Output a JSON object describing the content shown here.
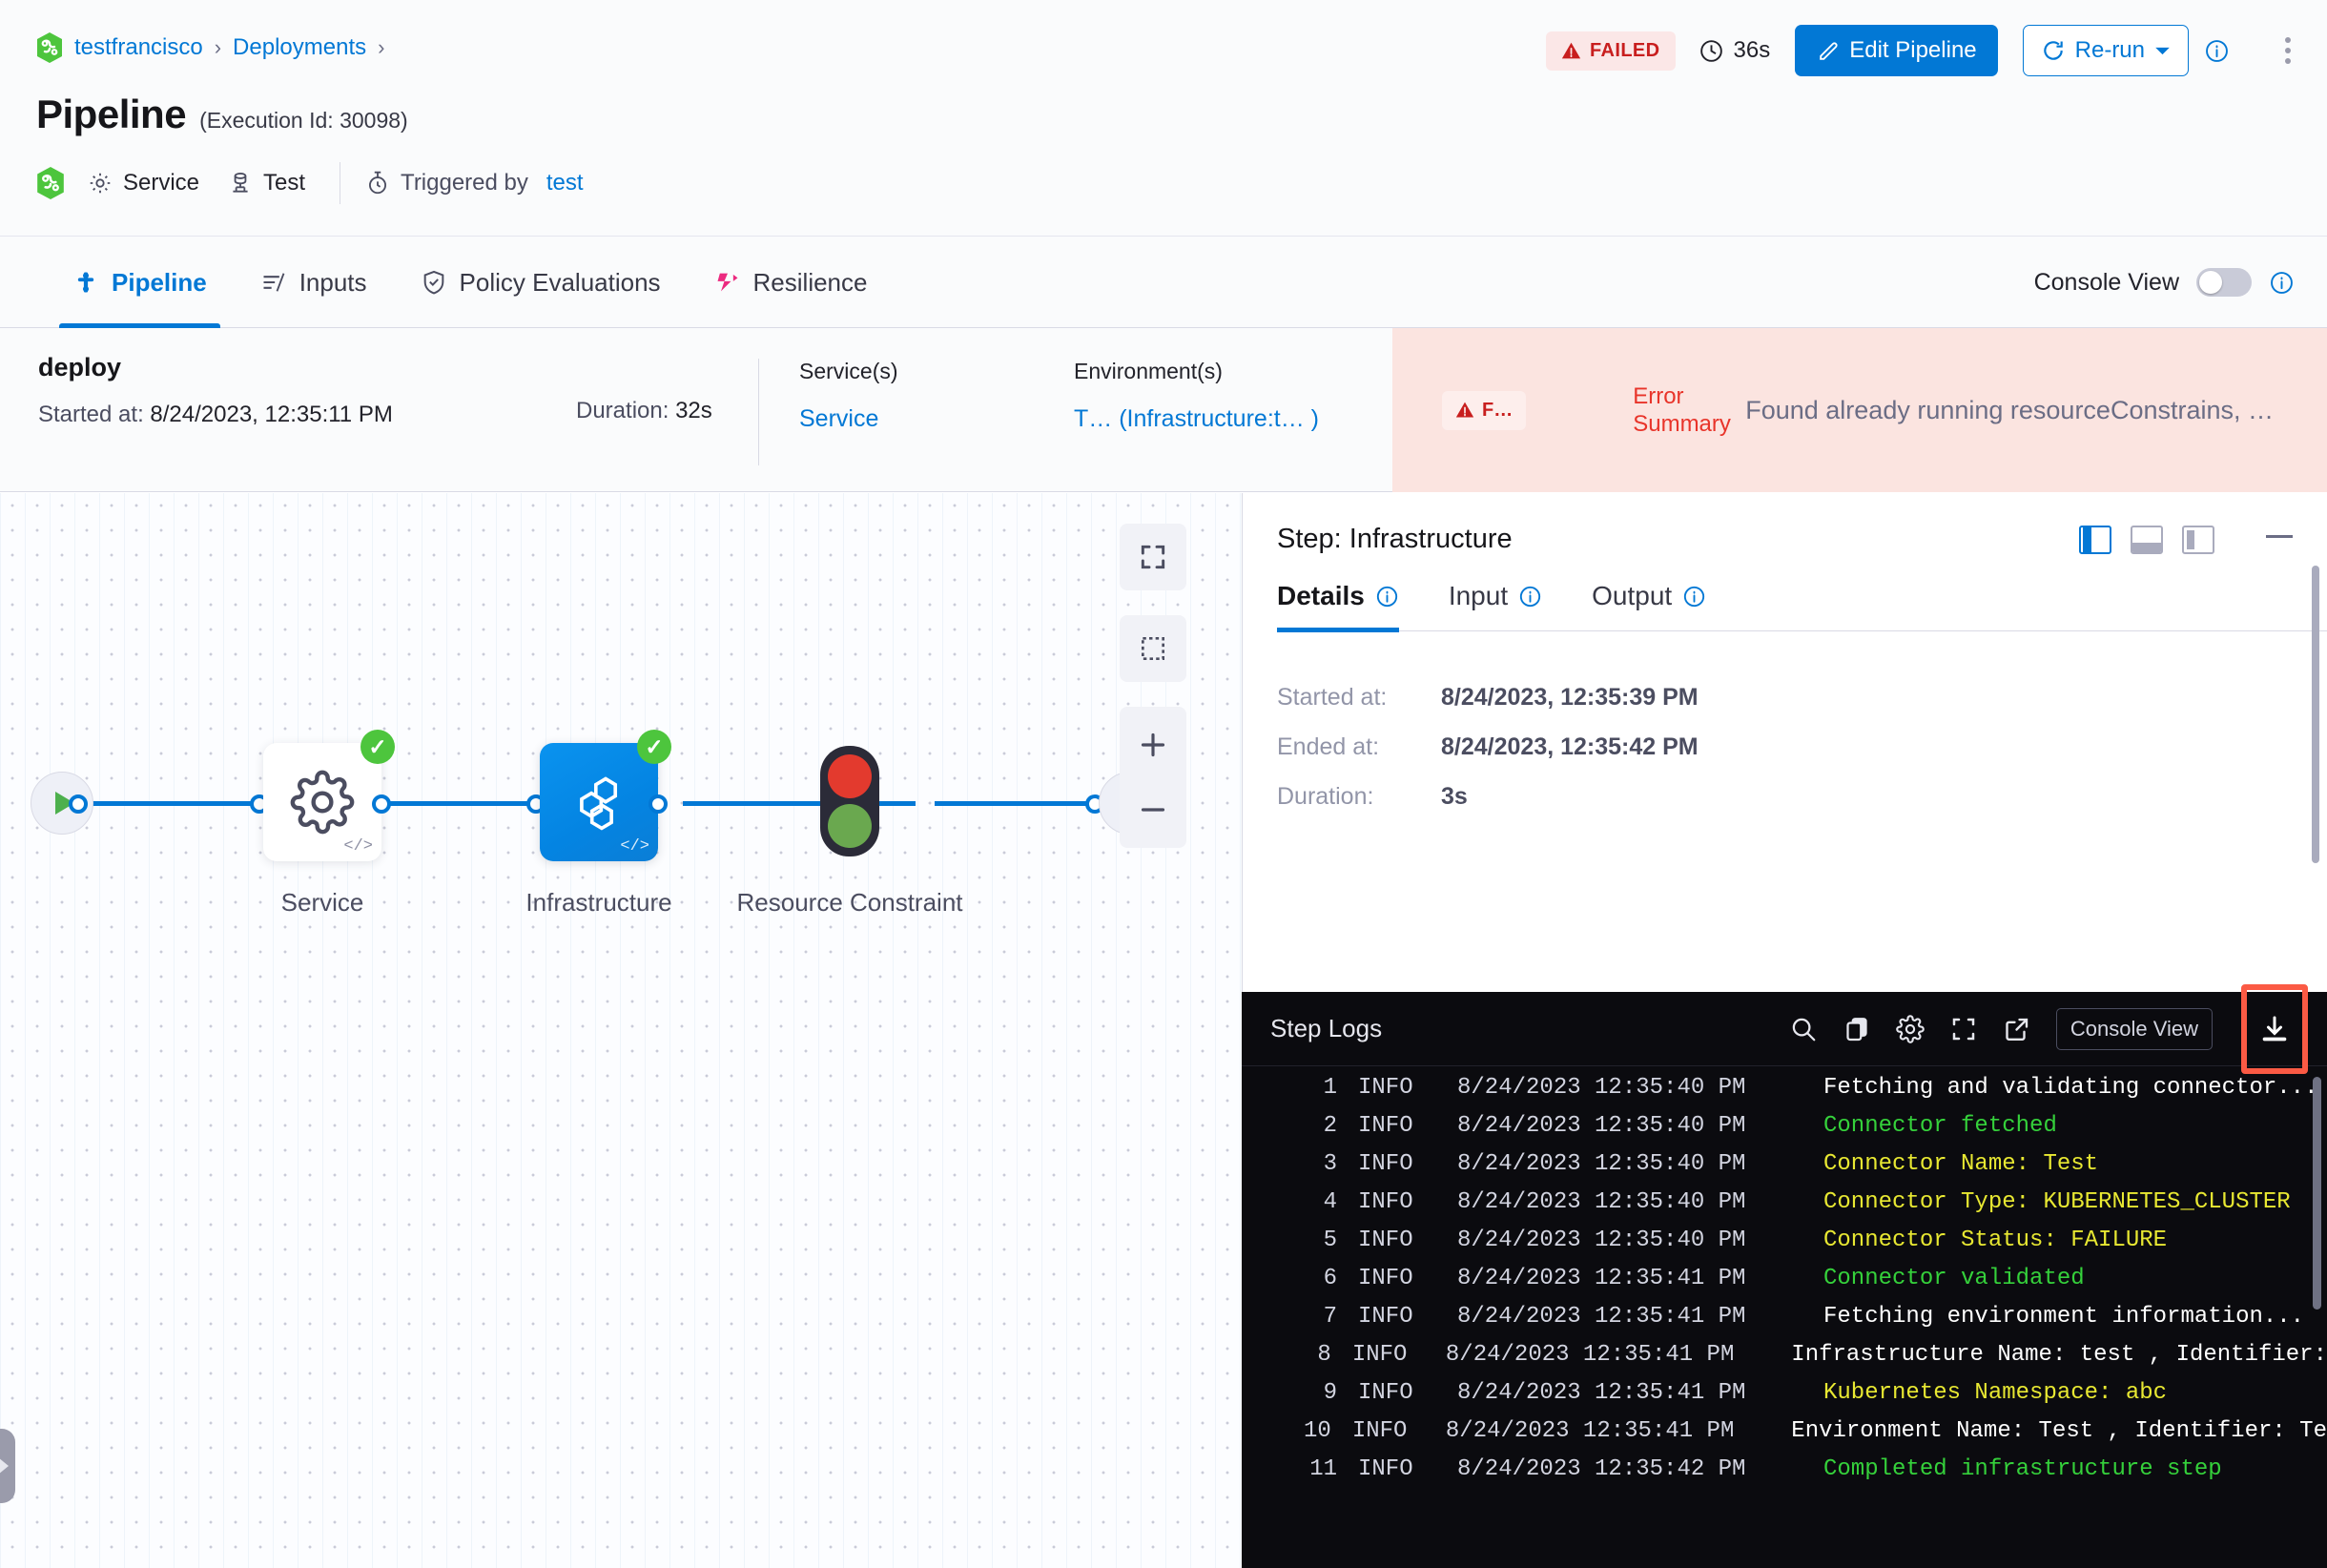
{
  "breadcrumb": {
    "items": [
      {
        "label": "testfrancisco",
        "icon": "harness-logo-icon"
      },
      {
        "label": "Deployments"
      }
    ],
    "separator": "›"
  },
  "header": {
    "title": "Pipeline",
    "execution_id_text": "(Execution Id: 30098)",
    "status_badge": "FAILED",
    "duration": "36s",
    "edit_button": "Edit Pipeline",
    "rerun_button": "Re-run",
    "meta": {
      "service_label": "Service",
      "environment_label": "Test",
      "triggered_by_prefix": "Triggered by",
      "triggered_by_user": "test"
    },
    "colors": {
      "primary": "#0278d5",
      "failed": "#c81e1e",
      "failed_bg": "#fbe7e7",
      "success_green": "#4dc53d"
    }
  },
  "tabs": {
    "items": [
      {
        "label": "Pipeline",
        "icon": "pipeline-icon",
        "active": true
      },
      {
        "label": "Inputs",
        "icon": "inputs-icon",
        "active": false
      },
      {
        "label": "Policy Evaluations",
        "icon": "shield-check-icon",
        "active": false
      },
      {
        "label": "Resilience",
        "icon": "resilience-icon",
        "active": false
      }
    ],
    "console_view_label": "Console View",
    "console_view_on": false
  },
  "stage": {
    "name": "deploy",
    "started_label": "Started at:",
    "started_value": "8/24/2023, 12:35:11 PM",
    "duration_label": "Duration:",
    "duration_value": "32s",
    "columns": [
      {
        "head": "Service(s)",
        "value": "Service"
      },
      {
        "head": "Environment(s)",
        "value": "T… (Infrastructure:t… )"
      }
    ],
    "error": {
      "chip": "F…",
      "summary_label": "Error Summary",
      "summary_text": "Found already running resourceConstrains, …"
    }
  },
  "graph": {
    "nodes": [
      {
        "label": "Service",
        "status": "success",
        "type": "white-card",
        "icon": "gear-icon"
      },
      {
        "label": "Infrastructure",
        "status": "success",
        "type": "blue-card",
        "icon": "infrastructure-icon"
      },
      {
        "label": "Resource Constraint",
        "status": "none",
        "type": "traffic-light",
        "icon": "traffic-light-icon"
      }
    ],
    "tools": [
      {
        "name": "fit-to-screen",
        "icon": "expand-icon"
      },
      {
        "name": "select-area",
        "icon": "marquee-icon"
      },
      {
        "name": "zoom-in",
        "icon": "plus-icon"
      },
      {
        "name": "zoom-out",
        "icon": "minus-icon"
      }
    ]
  },
  "step_panel": {
    "title": "Step: Infrastructure",
    "tabs": [
      {
        "label": "Details",
        "active": true
      },
      {
        "label": "Input",
        "active": false
      },
      {
        "label": "Output",
        "active": false
      }
    ],
    "details": [
      {
        "key": "Started at:",
        "value": "8/24/2023, 12:35:39 PM"
      },
      {
        "key": "Ended at:",
        "value": "8/24/2023, 12:35:42 PM"
      },
      {
        "key": "Duration:",
        "value": "3s"
      }
    ]
  },
  "logs": {
    "title": "Step Logs",
    "console_view_button": "Console View",
    "toolbar_icons": [
      "search-icon",
      "copy-icon",
      "gear-icon",
      "fullscreen-icon",
      "open-external-icon"
    ],
    "download_icon": "download-icon",
    "download_highlight_color": "#fb5a44",
    "lines": [
      {
        "n": "1",
        "level": "INFO",
        "ts": "8/24/2023 12:35:40 PM",
        "msg": "Fetching and validating connector...",
        "color": "white"
      },
      {
        "n": "2",
        "level": "INFO",
        "ts": "8/24/2023 12:35:40 PM",
        "msg": "Connector fetched",
        "color": "green"
      },
      {
        "n": "3",
        "level": "INFO",
        "ts": "8/24/2023 12:35:40 PM",
        "msg": "Connector Name: Test",
        "color": "yellow"
      },
      {
        "n": "4",
        "level": "INFO",
        "ts": "8/24/2023 12:35:40 PM",
        "msg": "Connector Type: KUBERNETES_CLUSTER",
        "color": "yellow"
      },
      {
        "n": "5",
        "level": "INFO",
        "ts": "8/24/2023 12:35:40 PM",
        "msg": "Connector Status: FAILURE",
        "color": "yellow"
      },
      {
        "n": "6",
        "level": "INFO",
        "ts": "8/24/2023 12:35:41 PM",
        "msg": "Connector validated",
        "color": "green"
      },
      {
        "n": "7",
        "level": "INFO",
        "ts": "8/24/2023 12:35:41 PM",
        "msg": "Fetching environment information...",
        "color": "white"
      },
      {
        "n": "8",
        "level": "INFO",
        "ts": "8/24/2023 12:35:41 PM",
        "msg": "Infrastructure Name: test , Identifier:",
        "color": "white"
      },
      {
        "n": "9",
        "level": "INFO",
        "ts": "8/24/2023 12:35:41 PM",
        "msg": "Kubernetes Namespace: abc",
        "color": "yellow"
      },
      {
        "n": "10",
        "level": "INFO",
        "ts": "8/24/2023 12:35:41 PM",
        "msg": "Environment Name: Test , Identifier: Te",
        "color": "white"
      },
      {
        "n": "11",
        "level": "INFO",
        "ts": "8/24/2023 12:35:42 PM",
        "msg": "Completed infrastructure step",
        "color": "green"
      }
    ]
  }
}
